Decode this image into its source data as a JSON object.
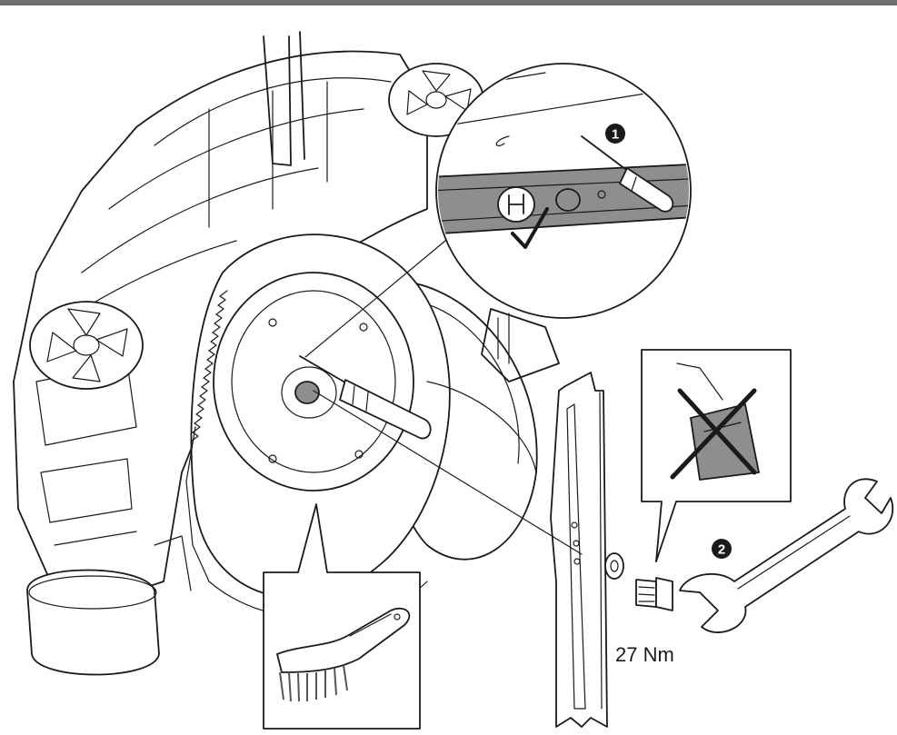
{
  "torque_label": "27 Nm",
  "steps": [
    {
      "number": "1",
      "icon": "screwdriver-icon"
    },
    {
      "number": "2",
      "icon": "wrench-icon"
    }
  ],
  "icons": [
    "checkmark-icon",
    "no-oil-icon",
    "brush-icon",
    "washer-icon",
    "bolt-icon",
    "blade-icon"
  ],
  "colors": {
    "line": "#1a1a1a",
    "shade": "#8e8e8e",
    "background": "#ffffff"
  }
}
